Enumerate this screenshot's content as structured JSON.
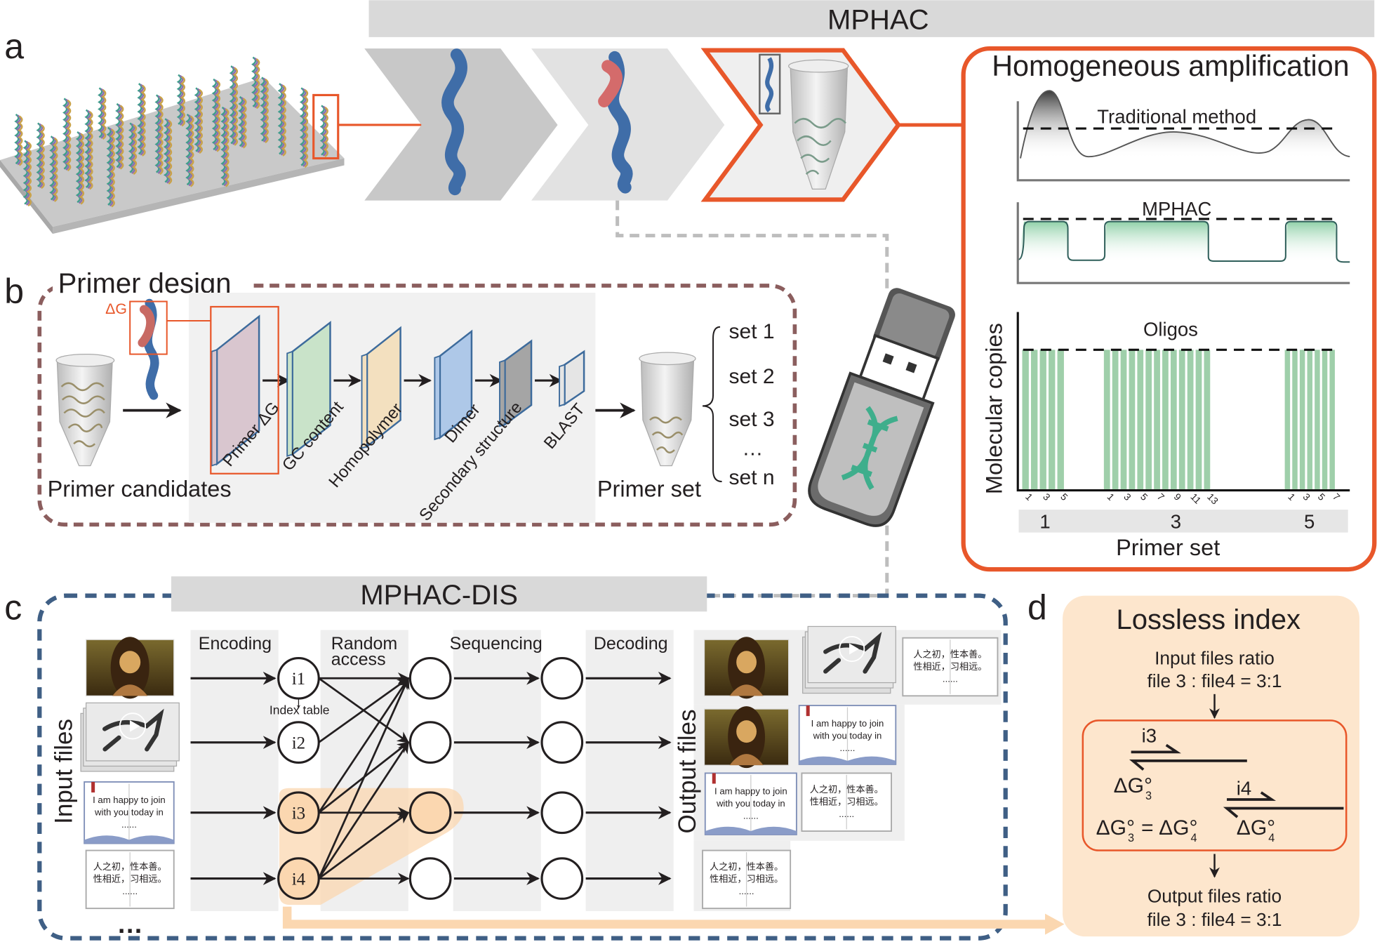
{
  "panel_labels": {
    "a": "a",
    "b": "b",
    "c": "c",
    "d": "d"
  },
  "section_a": {
    "banner": "MPHAC",
    "homogeneous": {
      "title": "Homogeneous amplification",
      "traditional_label": "Traditional method",
      "mphac_label": "MPHAC",
      "oligos_label": "Oligos",
      "y_axis_label": "Molecular copies",
      "x_axis_label": "Primer set",
      "primer_sets": [
        {
          "label": "1",
          "oligo_count": 5,
          "tick_labels": [
            "1",
            "3",
            "5"
          ]
        },
        {
          "label": "3",
          "oligo_count": 13,
          "tick_labels": [
            "1",
            "3",
            "5",
            "7",
            "9",
            "11",
            "13"
          ]
        },
        {
          "label": "5",
          "oligo_count": 7,
          "tick_labels": [
            "1",
            "3",
            "5",
            "7"
          ]
        }
      ]
    }
  },
  "section_b": {
    "title": "Primer design",
    "delta_g": "ΔG",
    "candidates_label": "Primer candidates",
    "filters": [
      "Primer ΔG",
      "GC content",
      "Homopolymer",
      "Dimer",
      "Secondary structure",
      "BLAST"
    ],
    "primer_set_label": "Primer set",
    "sets": [
      "set 1",
      "set 2",
      "set 3",
      "…",
      "set n"
    ]
  },
  "section_c": {
    "banner": "MPHAC-DIS",
    "input_label": "Input files",
    "output_label": "Output files",
    "stages": [
      "Encoding",
      "Random",
      "access",
      "Sequencing",
      "Decoding"
    ],
    "indices": [
      "i1",
      "i2",
      "i3",
      "i4"
    ],
    "index_table": "Index table",
    "ellipsis": "…",
    "book_en": [
      "I am happy to join",
      "with you today in",
      "......"
    ],
    "book_zh": [
      "人之初，性本善。",
      "性相近，习相远。",
      "......"
    ]
  },
  "section_d": {
    "title": "Lossless index",
    "input_ratio_title": "Input files ratio",
    "input_ratio": "file 3 : file4 = 3:1",
    "i3": "i3",
    "i4": "i4",
    "dg": "ΔG°",
    "sub3": "3",
    "sub4": "4",
    "equals": "=",
    "output_ratio_title": "Output files ratio",
    "output_ratio": "file 3 : file4 = 3:1"
  },
  "colors": {
    "orange": "#e8572a",
    "brown_dash": "#8b5e5e",
    "blue_dash": "#3f5f85",
    "peach": "#fde6cd",
    "green": "#9fcfaa"
  }
}
